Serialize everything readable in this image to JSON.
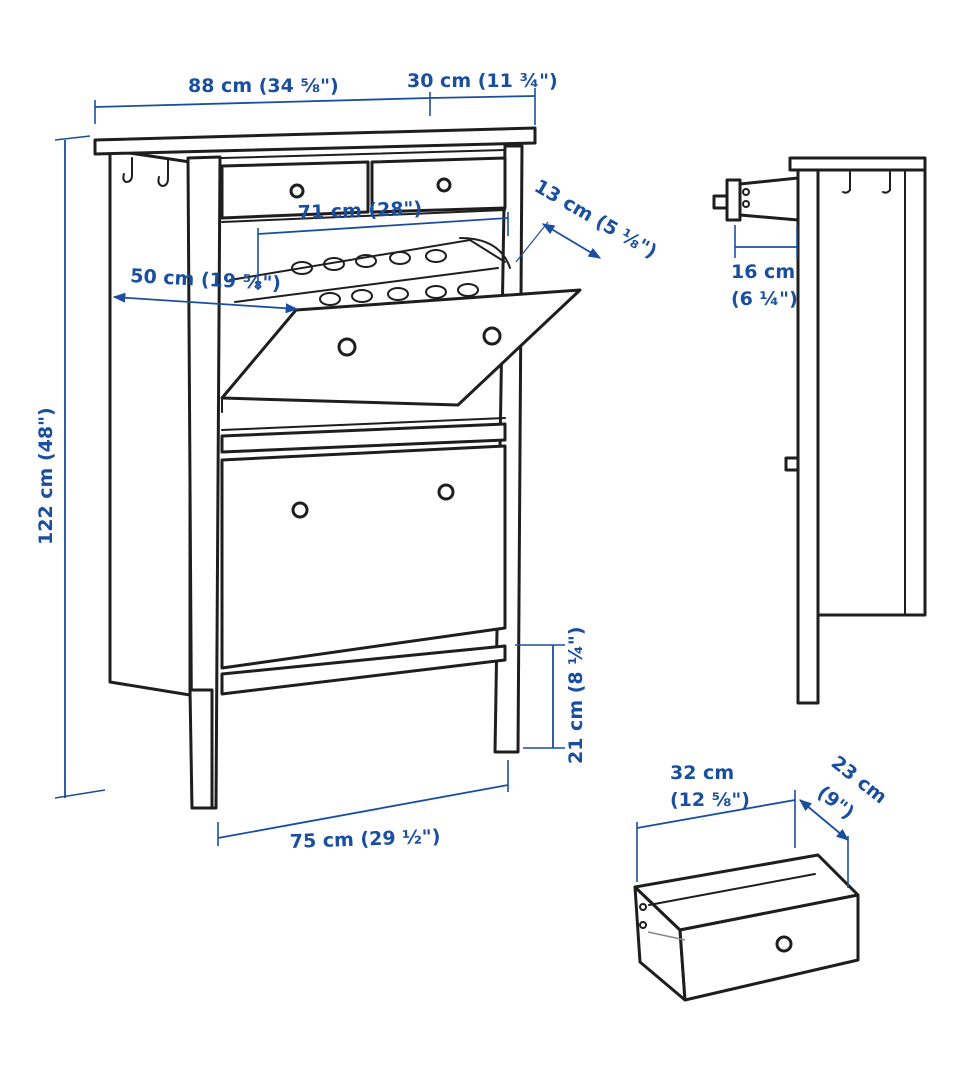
{
  "dimensions": {
    "width_total": "88 cm (34 ⅝\")",
    "depth_total": "30 cm (11 ¾\")",
    "height_total": "122 cm (48\")",
    "inner_width": "71 cm (28\")",
    "inner_depth": "50 cm (19 ⅝\")",
    "flap_depth": "13 cm (5 ⅛\")",
    "leg_width": "75 cm (29 ½\")",
    "leg_height": "21 cm (8 ¼\")",
    "side_depth_cm": "16 cm",
    "side_depth_in": "(6 ¼\")",
    "drawer_width_cm": "32 cm",
    "drawer_width_in": "(12 ⅝\")",
    "drawer_depth_cm": "23 cm",
    "drawer_depth_in": "(9\")"
  },
  "colors": {
    "dimension_text": "#1a4fa0",
    "line_art": "#1e1e1e"
  }
}
